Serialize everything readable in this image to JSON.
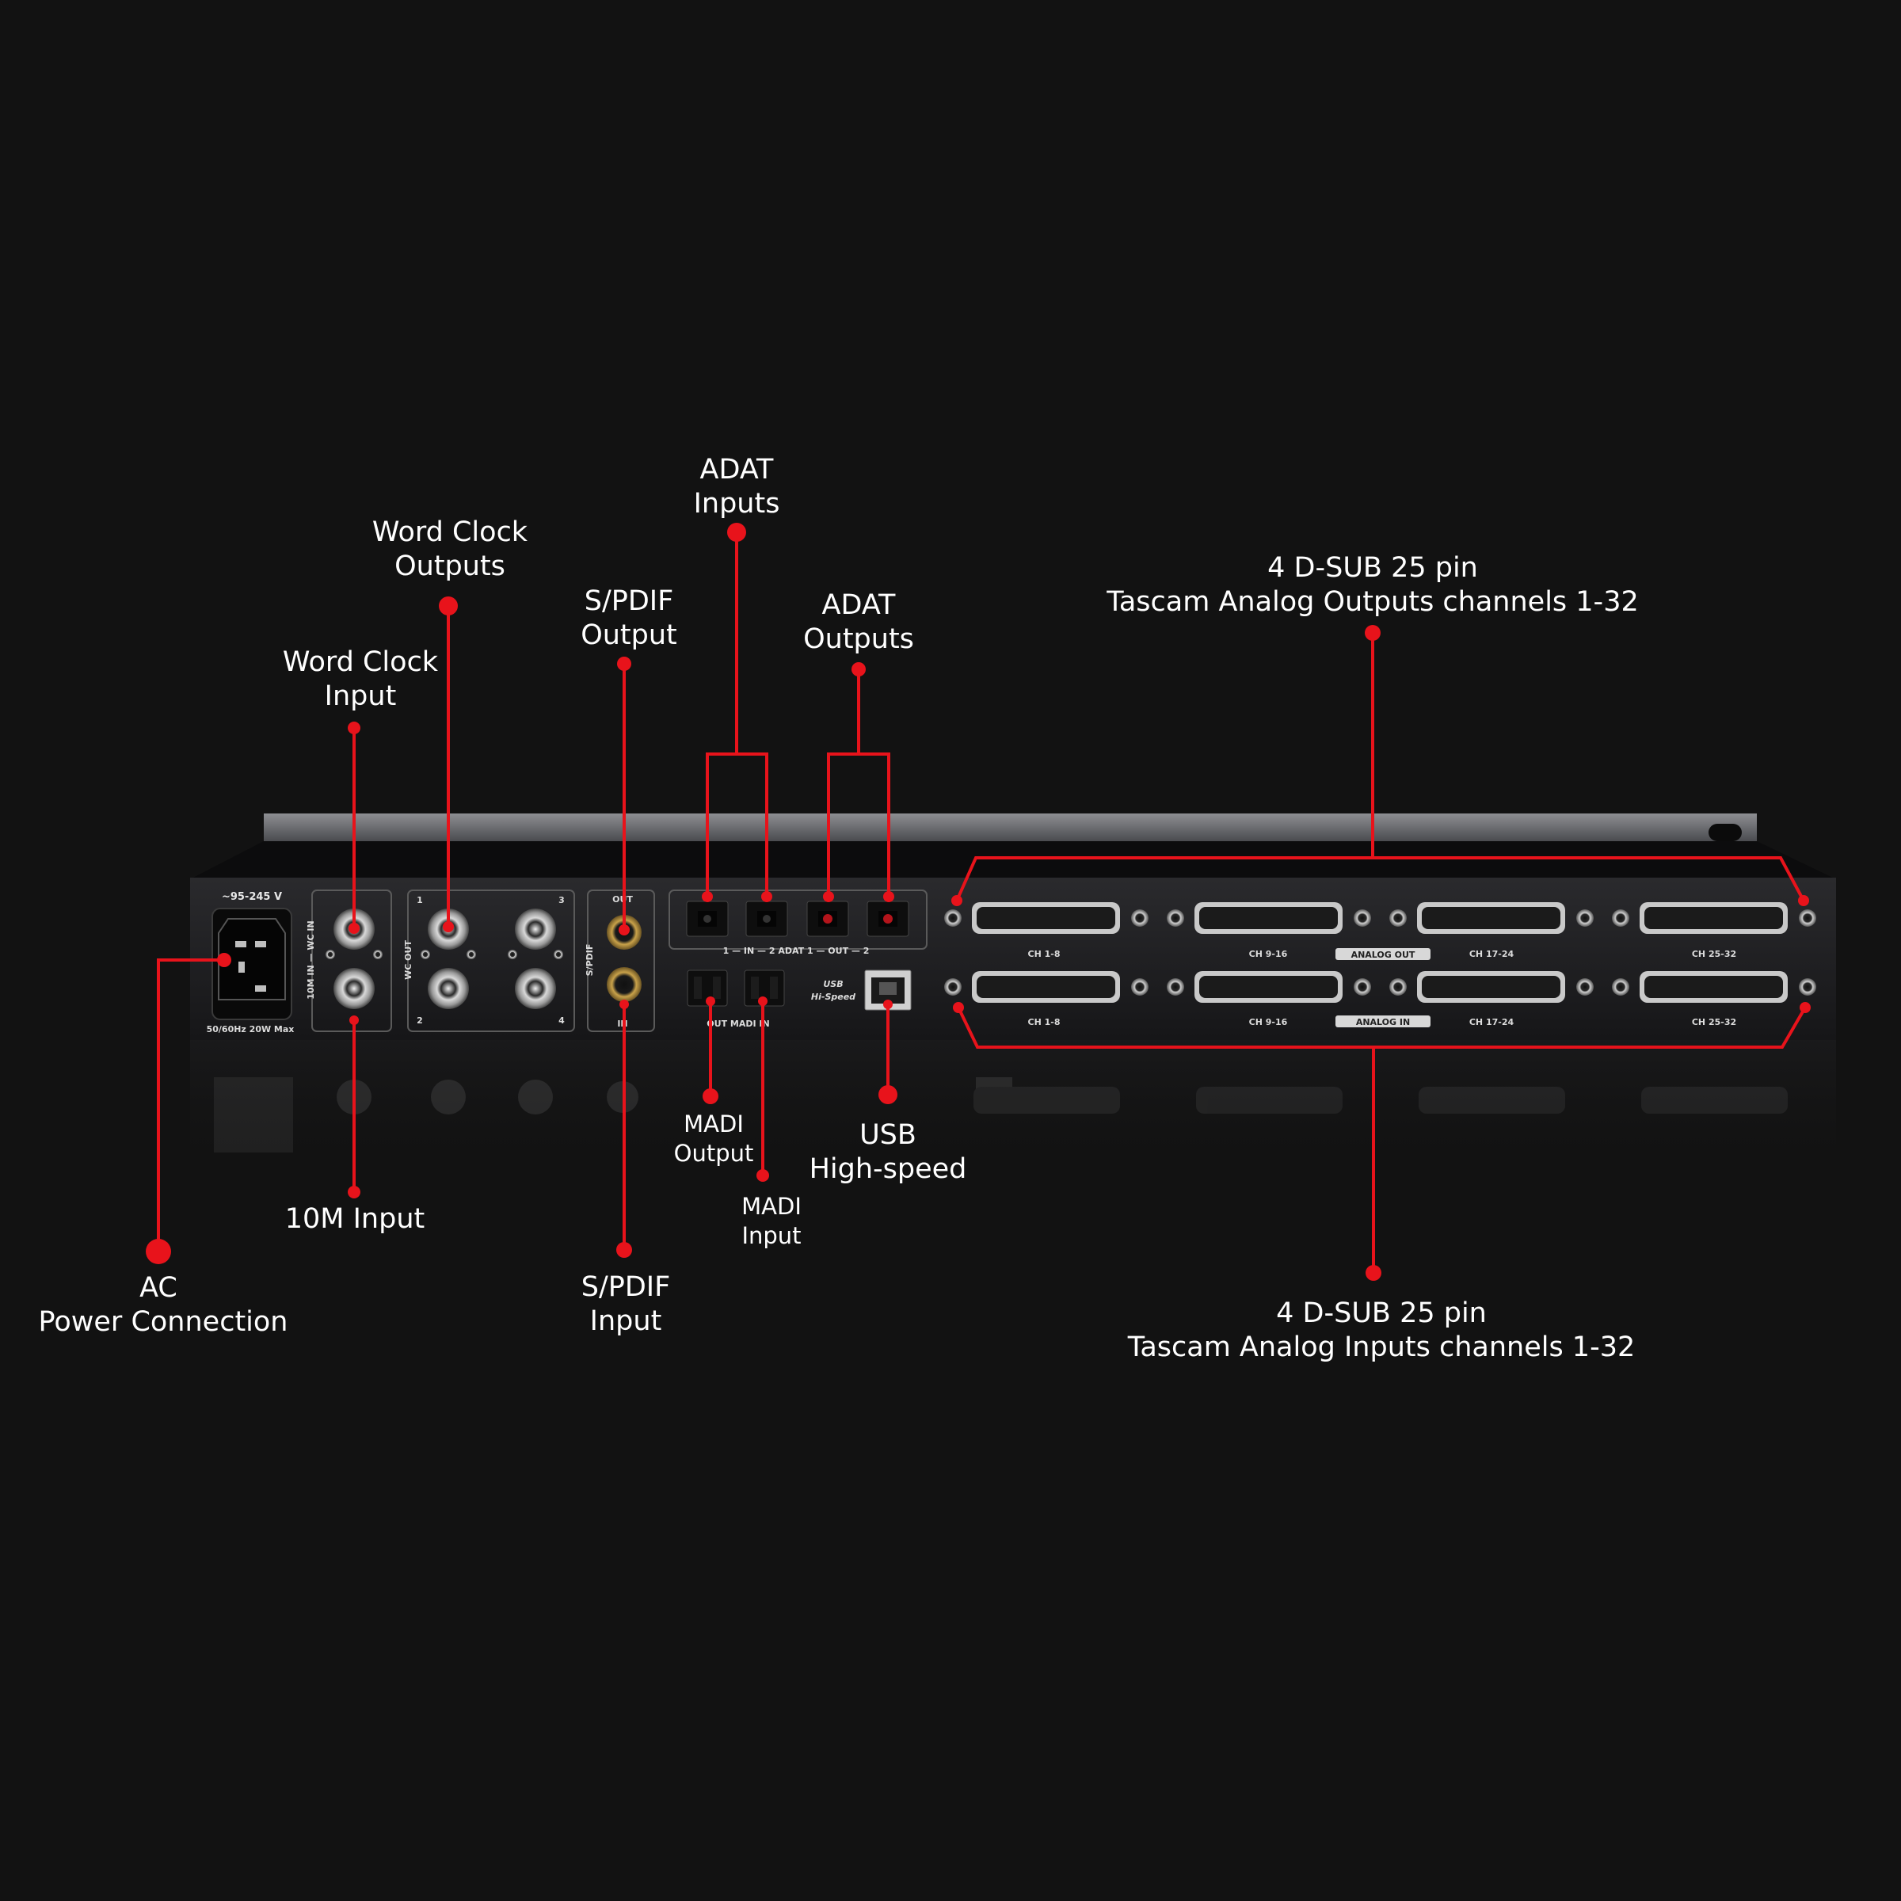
{
  "callouts": {
    "adat_inputs": [
      "ADAT",
      "Inputs"
    ],
    "word_clock_outputs": [
      "Word Clock",
      "Outputs"
    ],
    "spdif_output": [
      "S/PDIF",
      "Output"
    ],
    "adat_outputs": [
      "ADAT",
      "Outputs"
    ],
    "word_clock_input": [
      "Word Clock",
      "Input"
    ],
    "dsub_outputs": [
      "4 D-SUB 25 pin",
      "Tascam Analog Outputs channels 1-32"
    ],
    "tenm_input": [
      "10M Input"
    ],
    "ac_power": [
      "AC",
      "Power Connection"
    ],
    "spdif_input": [
      "S/PDIF",
      "Input"
    ],
    "madi_output": [
      "MADI",
      "Output"
    ],
    "madi_input": [
      "MADI",
      "Input"
    ],
    "usb": [
      "USB",
      "High-speed"
    ],
    "dsub_inputs": [
      "4 D-SUB 25 pin",
      "Tascam Analog Inputs channels 1-32"
    ]
  },
  "panel": {
    "voltage": "~95-245 V",
    "power_rating": "50/60Hz 20W Max",
    "wc_in": "10M IN — WC IN",
    "wc_out": "WC OUT",
    "wc_out_numbers": [
      "1",
      "3",
      "2",
      "4"
    ],
    "spdif": "S/PDIF",
    "spdif_out": "OUT",
    "spdif_in": "IN",
    "adat_label": "1 — IN — 2  ADAT  1 — OUT — 2",
    "madi_label": "OUT  MADI  IN",
    "usb_logo": "USB",
    "usb_speed": "Hi-Speed",
    "analog_out": "ANALOG OUT",
    "analog_in": "ANALOG IN",
    "channels": [
      "CH 1-8",
      "CH 9-16",
      "CH 17-24",
      "CH 25-32"
    ]
  },
  "colors": {
    "background": "#121212",
    "callout_red": "#e8131b",
    "panel": "#1f1f21"
  }
}
